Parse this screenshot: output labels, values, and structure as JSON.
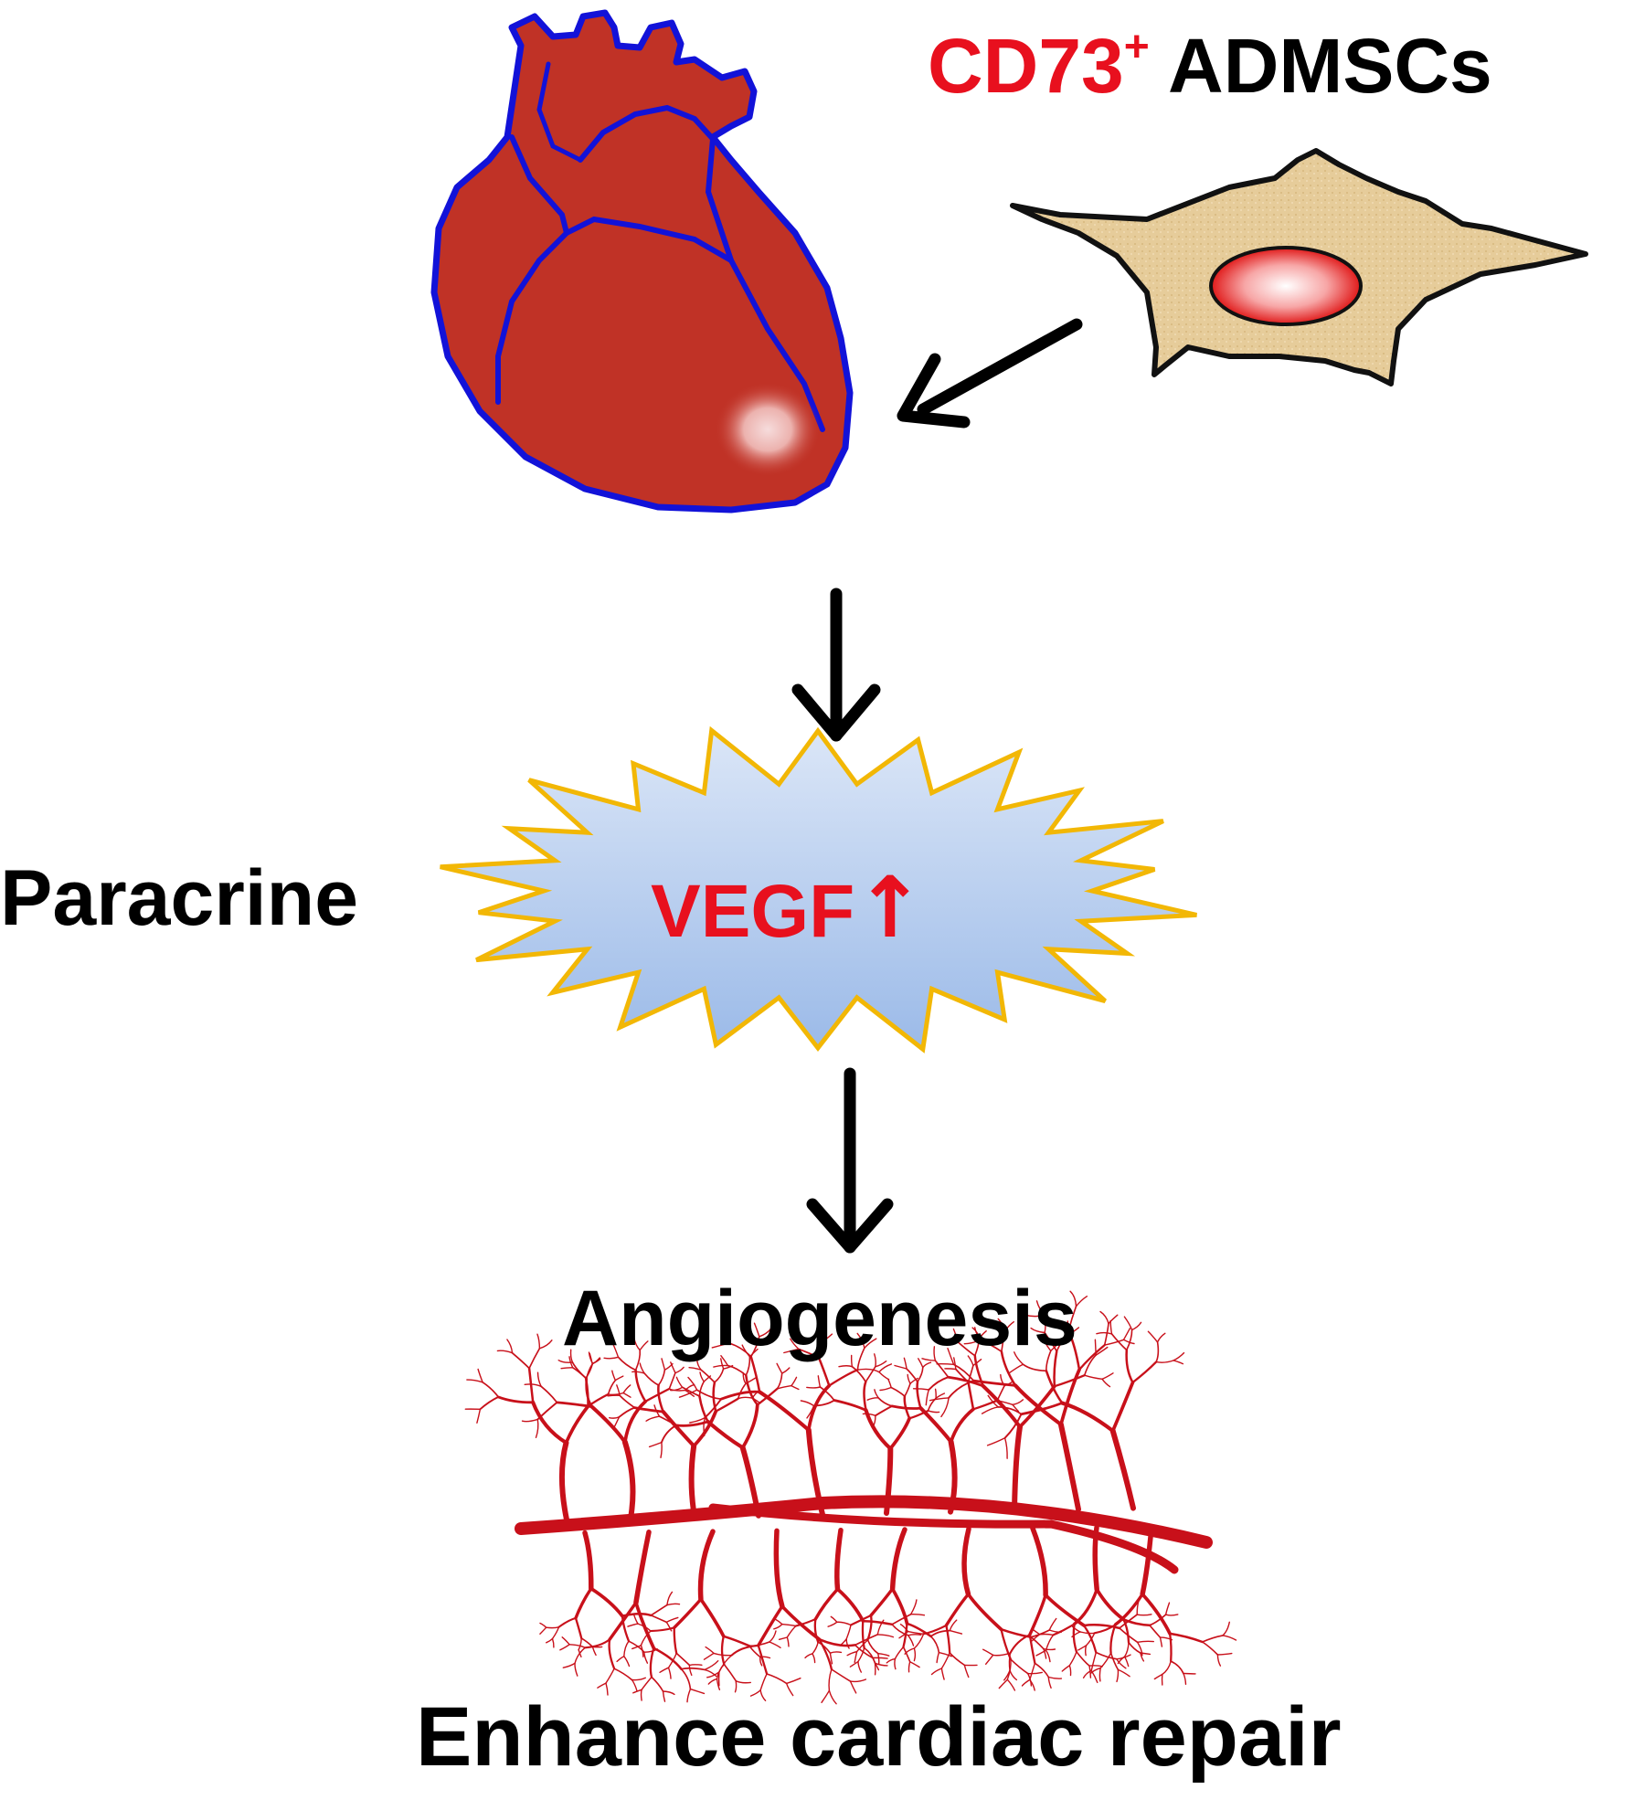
{
  "title": {
    "marker": "CD73",
    "superscript": "+",
    "cell_type": "ADMSCs"
  },
  "paracrine_label": "Paracrine",
  "factor": {
    "name": "VEGF",
    "arrow": "↑"
  },
  "angiogenesis_label": "Angiogenesis",
  "outcome_label": "Enhance cardiac repair",
  "icons": {
    "heart": "heart-icon",
    "cell": "mesenchymal-stem-cell-icon",
    "burst": "starburst-icon",
    "vessels": "blood-vessels-icon"
  },
  "colors": {
    "accent_red": "#e8101e",
    "heart_fill": "#c03226",
    "heart_outline": "#1212d8",
    "cell_fill": "#e6cc9a",
    "burst_outline": "#f2b705",
    "burst_fill_top": "#d9e4f6",
    "burst_fill_bottom": "#9cbbe8",
    "vessel": "#c8101a",
    "text": "#000000"
  }
}
